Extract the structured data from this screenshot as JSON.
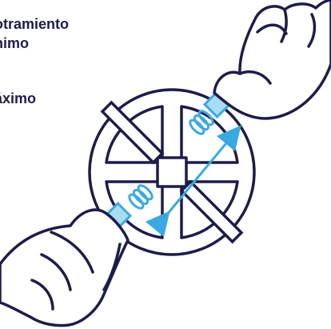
{
  "labels": {
    "line1": "otramiento",
    "line2": "nimo",
    "line3": "áximo"
  },
  "colors": {
    "outline": "#1d1d4b",
    "accent": "#3ba9e1",
    "accent_fill": "#a9dcf3",
    "background": "#ffffff"
  },
  "icons": {
    "figure": "hands-stretching-handle-exerciser"
  }
}
